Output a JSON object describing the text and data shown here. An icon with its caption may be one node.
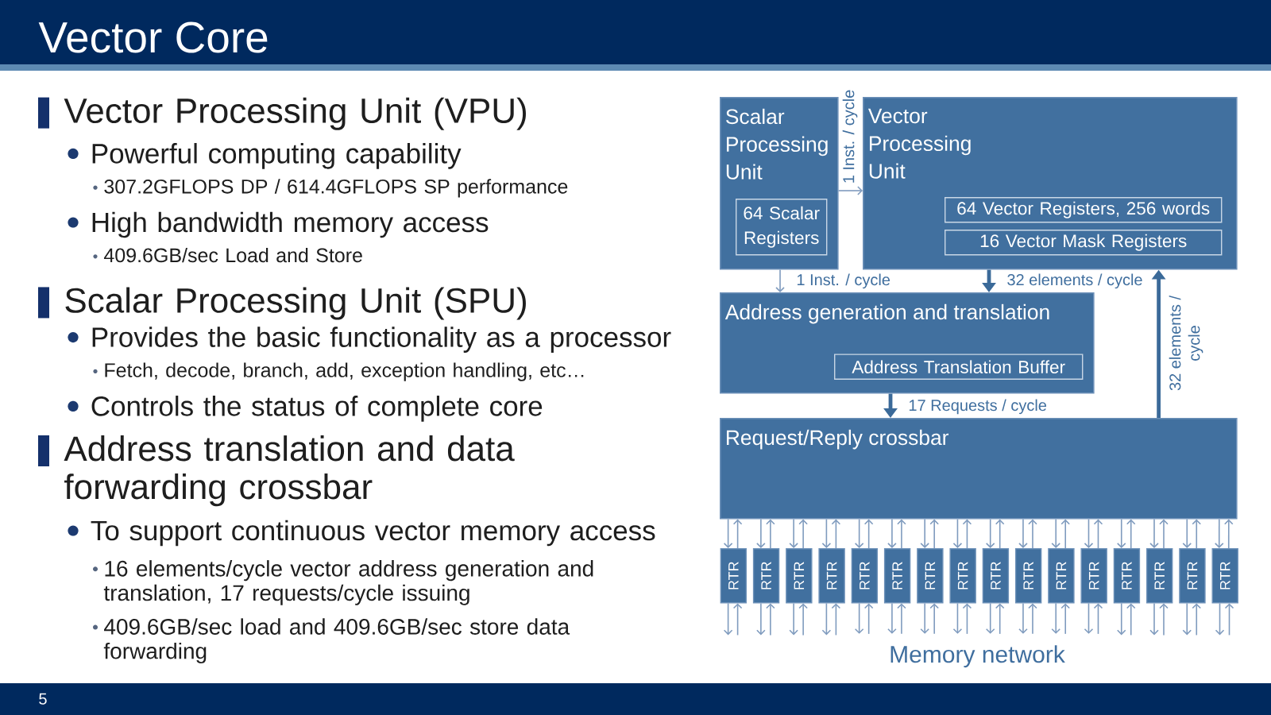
{
  "diagram": {
    "title": "Vector Core",
    "nodes": [
      {
        "text": [
          "Scalar Processing Unit"
        ]
      },
      {
        "text": [
          "64 Scalar Registers"
        ],
        "in": 0
      },
      {
        "text": [
          "Vector Processing Unit"
        ]
      },
      {
        "text": [
          "64 Vector Registers, 256 words"
        ],
        "in": 2
      },
      {
        "text": [
          "16 Vector Mask Registers"
        ],
        "in": 2
      },
      {
        "text": [
          "Address generation and translation"
        ]
      },
      {
        "text": [
          "Address Translation Buffer"
        ],
        "in": 5
      },
      {
        "text": [
          "Request/Reply crossbar"
        ]
      },
      {
        "text": [
          "RTR"
        ]
      },
      {
        "text": [
          "RTR"
        ]
      },
      {
        "text": [
          "RTR"
        ]
      },
      {
        "text": [
          "RTR"
        ]
      },
      {
        "text": [
          "RTR"
        ]
      },
      {
        "text": [
          "RTR"
        ]
      },
      {
        "text": [
          "RTR"
        ]
      },
      {
        "text": [
          "RTR"
        ]
      },
      {
        "text": [
          "RTR"
        ]
      },
      {
        "text": [
          "RTR"
        ]
      },
      {
        "text": [
          "RTR"
        ]
      },
      {
        "text": [
          "RTR"
        ]
      },
      {
        "text": [
          "RTR"
        ]
      },
      {
        "text": [
          "RTR"
        ]
      },
      {
        "text": [
          "RTR"
        ]
      },
      {
        "text": [
          "RTR"
        ]
      },
      {
        "text": [
          "Memory network"
        ]
      }
    ],
    "edges": [
      {
        "from": 0,
        "to": 2,
        "arrow": "to",
        "label": "1 Inst. / cycle"
      },
      {
        "from": 0,
        "to": 5,
        "arrow": "to",
        "label": "1 Inst. / cycle"
      },
      {
        "from": 2,
        "to": 5,
        "arrow": "to",
        "label": "32 elements / cycle",
        "style": "thick",
        "color": "#3b6a99"
      },
      {
        "from": 5,
        "to": 7,
        "arrow": "to",
        "label": "17 Requests / cycle",
        "style": "thick",
        "color": "#3b6a99"
      },
      {
        "from": 7,
        "to": 2,
        "arrow": "to",
        "label": "32 elements / cycle",
        "style": "thick",
        "color": "#3b6a99"
      },
      {
        "from": 7,
        "to": 8,
        "arrow": "to"
      },
      {
        "from": 8,
        "to": 7,
        "arrow": "to"
      },
      {
        "from": 8,
        "to": null,
        "arrow": "to"
      },
      {
        "from": null,
        "to": 8,
        "arrow": "to"
      },
      {
        "from": 7,
        "to": 9,
        "arrow": "to"
      },
      {
        "from": 9,
        "to": 7,
        "arrow": "to"
      },
      {
        "from": 9,
        "to": null,
        "arrow": "to"
      },
      {
        "from": null,
        "to": 9,
        "arrow": "to"
      },
      {
        "from": 7,
        "to": 10,
        "arrow": "to"
      },
      {
        "from": 10,
        "to": 7,
        "arrow": "to"
      },
      {
        "from": 10,
        "to": null,
        "arrow": "to"
      },
      {
        "from": null,
        "to": 10,
        "arrow": "to"
      },
      {
        "from": 7,
        "to": 11,
        "arrow": "to"
      },
      {
        "from": 11,
        "to": 7,
        "arrow": "to"
      },
      {
        "from": 11,
        "to": null,
        "arrow": "to"
      },
      {
        "from": null,
        "to": 11,
        "arrow": "to"
      },
      {
        "from": 7,
        "to": 12,
        "arrow": "to"
      },
      {
        "from": 12,
        "to": 7,
        "arrow": "to"
      },
      {
        "from": 12,
        "to": 24,
        "arrow": "to"
      },
      {
        "from": 24,
        "to": 12,
        "arrow": "to"
      },
      {
        "from": 7,
        "to": 13,
        "arrow": "to"
      },
      {
        "from": 13,
        "to": 7,
        "arrow": "to"
      },
      {
        "from": 13,
        "to": 24,
        "arrow": "to"
      },
      {
        "from": 24,
        "to": 13,
        "arrow": "to"
      },
      {
        "from": 7,
        "to": 14,
        "arrow": "to"
      },
      {
        "from": 14,
        "to": 7,
        "arrow": "to"
      },
      {
        "from": 14,
        "to": 24,
        "arrow": "to"
      },
      {
        "from": 24,
        "to": 14,
        "arrow": "to"
      },
      {
        "from": 7,
        "to": 15,
        "arrow": "to"
      },
      {
        "from": 15,
        "to": 7,
        "arrow": "to"
      },
      {
        "from": 15,
        "to": 24,
        "arrow": "to"
      },
      {
        "from": 24,
        "to": 15,
        "arrow": "to"
      },
      {
        "from": 7,
        "to": 16,
        "arrow": "to"
      },
      {
        "from": 16,
        "to": 7,
        "arrow": "to"
      },
      {
        "from": 16,
        "to": 24,
        "arrow": "to"
      },
      {
        "from": 24,
        "to": 16,
        "arrow": "to"
      },
      {
        "from": 7,
        "to": 17,
        "arrow": "to"
      },
      {
        "from": 17,
        "to": 7,
        "arrow": "to"
      },
      {
        "from": 17,
        "to": 24,
        "arrow": "to"
      },
      {
        "from": 24,
        "to": 17,
        "arrow": "to"
      },
      {
        "from": 7,
        "to": 18,
        "arrow": "to"
      },
      {
        "from": 18,
        "to": 7,
        "arrow": "to"
      },
      {
        "from": 18,
        "to": 24,
        "arrow": "to"
      },
      {
        "from": 24,
        "to": 18,
        "arrow": "to"
      },
      {
        "from": 7,
        "to": 19,
        "arrow": "to"
      },
      {
        "from": 19,
        "to": 7,
        "arrow": "to"
      },
      {
        "from": 19,
        "to": 24,
        "arrow": "to"
      },
      {
        "from": 24,
        "to": 19,
        "arrow": "to"
      },
      {
        "from": 7,
        "to": 20,
        "arrow": "to"
      },
      {
        "from": 20,
        "to": 7,
        "arrow": "to"
      },
      {
        "from": 20,
        "to": null,
        "arrow": "to"
      },
      {
        "from": null,
        "to": 20,
        "arrow": "to"
      },
      {
        "from": 7,
        "to": 21,
        "arrow": "to"
      },
      {
        "from": 21,
        "to": 7,
        "arrow": "to"
      },
      {
        "from": 21,
        "to": null,
        "arrow": "to"
      },
      {
        "from": null,
        "to": 21,
        "arrow": "to"
      },
      {
        "from": 7,
        "to": 22,
        "arrow": "to"
      },
      {
        "from": 22,
        "to": 7,
        "arrow": "to"
      },
      {
        "from": 22,
        "to": null,
        "arrow": "to"
      },
      {
        "from": null,
        "to": 22,
        "arrow": "to"
      },
      {
        "from": 7,
        "to": 23,
        "arrow": "to"
      },
      {
        "from": 23,
        "to": 7,
        "arrow": "to"
      },
      {
        "from": 23,
        "to": null,
        "arrow": "to"
      },
      {
        "from": null,
        "to": 23,
        "arrow": "to"
      }
    ],
    "labels": [
      "Vector Processing Unit (VPU)",
      "Powerful computing capability",
      "307.2GFLOPS DP / 614.4GFLOPS SP performance",
      "High bandwidth memory access",
      "409.6GB/sec Load and Store",
      "Scalar Processing Unit (SPU)",
      "Provides the basic functionality as a processor",
      "Fetch, decode, branch, add, exception handling, etc…",
      "Controls the status of complete core",
      "Address translation and data forwarding crossbar",
      "To support continuous vector memory access",
      "16 elements/cycle vector address generation and translation, 17 requests/cycle issuing",
      "409.6GB/sec load and 409.6GB/sec store data forwarding",
      "5"
    ]
  }
}
